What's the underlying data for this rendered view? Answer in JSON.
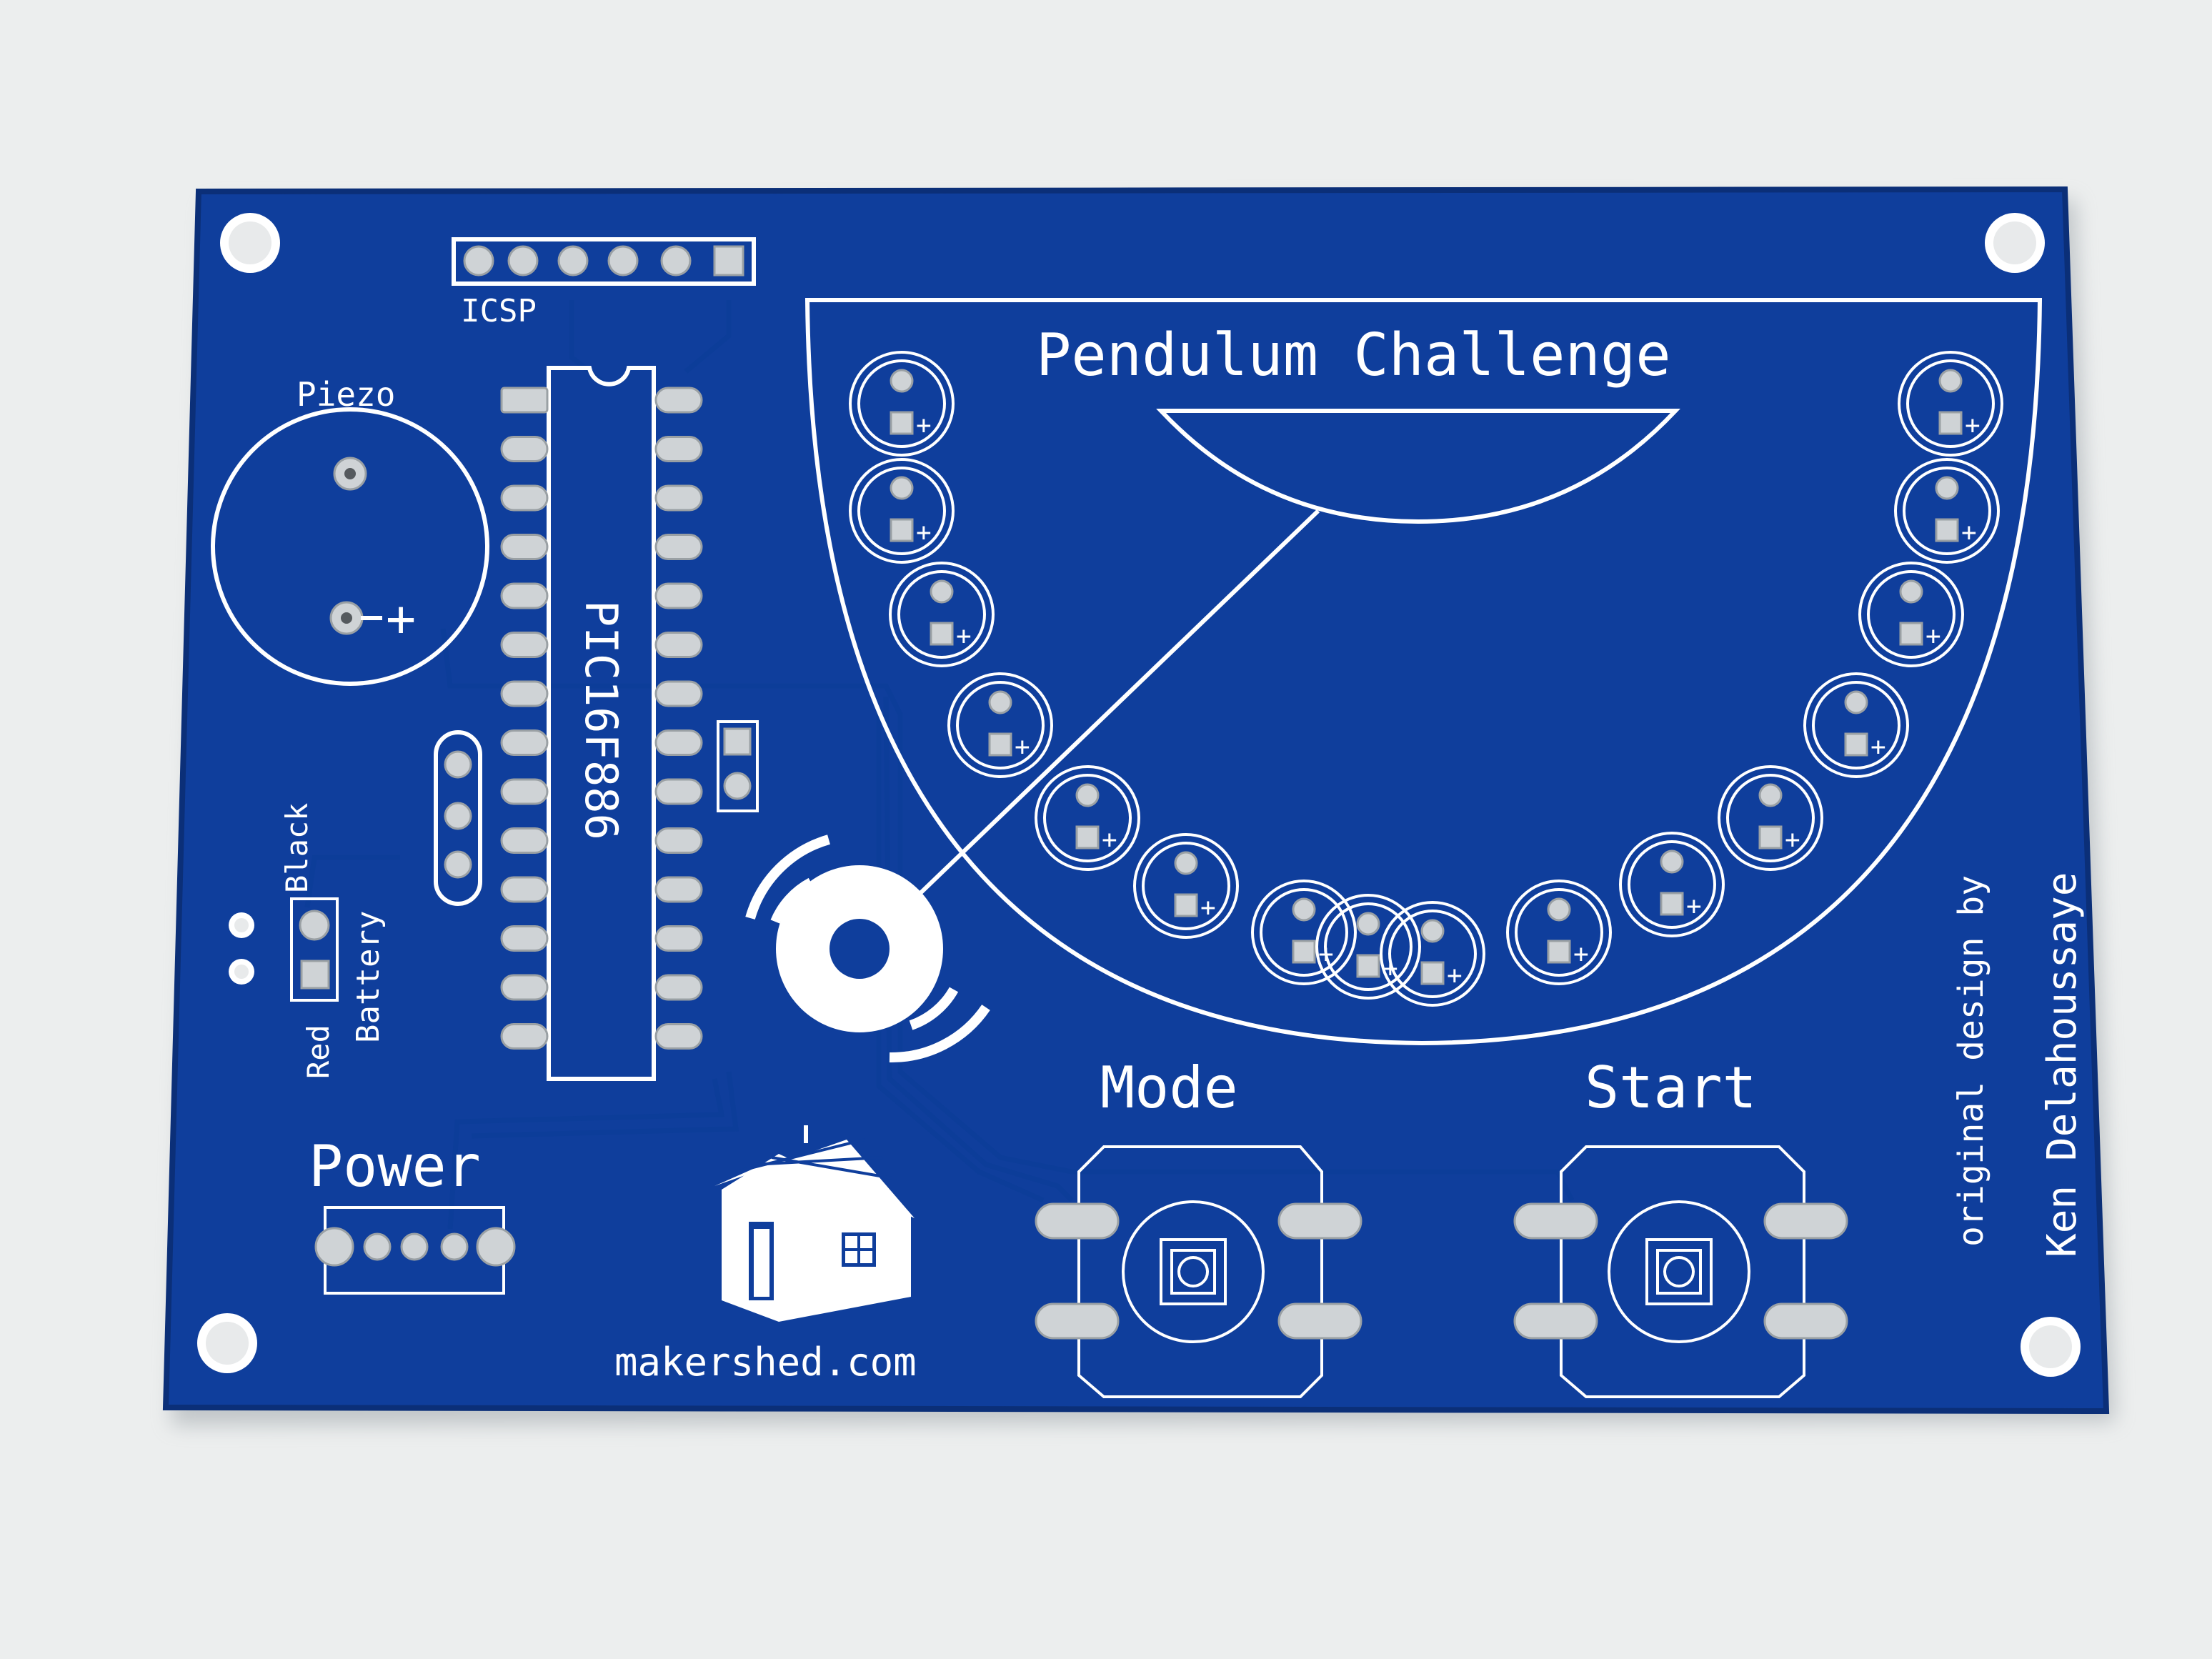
{
  "colors": {
    "background": "#eceeee",
    "board": "#0f3e9c",
    "board_edge": "#0b2f78",
    "silkscreen": "#ffffff",
    "pad": "#cfd3d6"
  },
  "board": {
    "title": "Pendulum Challenge",
    "chip_label": "PIC16F886",
    "icsp_label": "ICSP",
    "piezo_label": "Piezo",
    "battery_label": "Battery",
    "red_label": "Red",
    "black_label": "Black",
    "power_label": "Power",
    "mode_label": "Mode",
    "start_label": "Start",
    "plus_sign": "+",
    "website": "makershed.com",
    "credit_line1": "original design by",
    "credit_line2": "Ken Delahoussaye",
    "led_count": 16,
    "chip_pins_per_side": 14,
    "icsp_pin_count": 6,
    "logo_icons": [
      "shed-icon",
      "radio-waves-icon"
    ]
  }
}
